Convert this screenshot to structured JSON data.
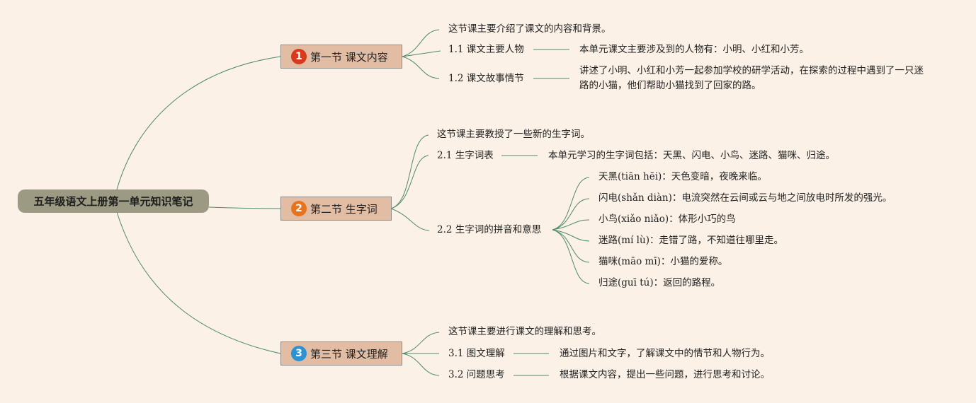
{
  "root": "五年级语文上册第一单元知识笔记",
  "colors": {
    "background": "#fbf1e6",
    "root": "#9c9a82",
    "section": "#e3bca4",
    "line": "#4f8a6a",
    "badge1": "#d83a1e",
    "badge2": "#e8731d",
    "badge3": "#2b93d3"
  },
  "sections": [
    {
      "number": "1",
      "title": "第一节 课文内容",
      "intro": "这节课主要介绍了课文的内容和背景。",
      "subs": [
        {
          "label": "1.1 课文主要人物",
          "text": "本单元课文主要涉及到的人物有：小明、小红和小芳。"
        },
        {
          "label": "1.2 课文故事情节",
          "text": "讲述了小明、小红和小芳一起参加学校的研学活动，在探索的过程中遇到了一只迷路的小猫，他们帮助小猫找到了回家的路。"
        }
      ]
    },
    {
      "number": "2",
      "title": "第二节 生字词",
      "intro": "这节课主要教授了一些新的生字词。",
      "subs": [
        {
          "label": "2.1 生字词表",
          "text": "本单元学习的生字词包括：天黑、闪电、小鸟、迷路、猫咪、归途。"
        },
        {
          "label": "2.2 生字词的拼音和意思",
          "items": [
            "天黑(tiān hēi)：天色变暗，夜晚来临。",
            "闪电(shǎn diàn)：电流突然在云间或云与地之间放电时所发的强光。",
            "小鸟(xiǎo niǎo)：体形小巧的鸟",
            "迷路(mí lù)：走错了路，不知道往哪里走。",
            "猫咪(māo mī)：小猫的爱称。",
            "归途(guī tú)：返回的路程。"
          ]
        }
      ]
    },
    {
      "number": "3",
      "title": "第三节 课文理解",
      "intro": "这节课主要进行课文的理解和思考。",
      "subs": [
        {
          "label": "3.1 图文理解",
          "text": "通过图片和文字，了解课文中的情节和人物行为。"
        },
        {
          "label": "3.2 问题思考",
          "text": "根据课文内容，提出一些问题，进行思考和讨论。"
        }
      ]
    }
  ]
}
